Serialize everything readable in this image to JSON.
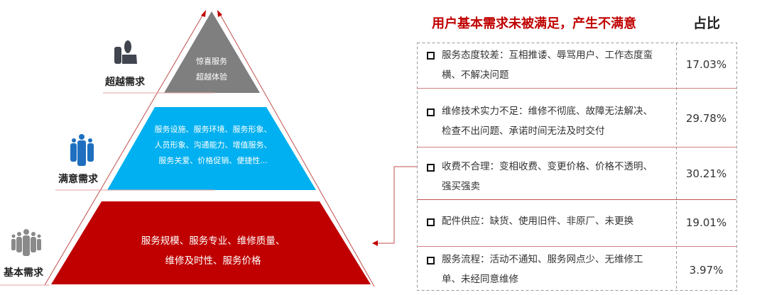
{
  "pyramid": {
    "top": {
      "label": "超越需求",
      "lines": [
        "惊喜服务",
        "超越体验"
      ],
      "color": "#7f7f7f"
    },
    "middle": {
      "label": "满意需求",
      "lines": [
        "服务设施、服务环境、服务形象、",
        "人员形象、沟通能力、增值服务、",
        "服务关爱、价格促销、便捷性..."
      ],
      "color": "#00b0f0"
    },
    "bottom": {
      "label": "基本需求",
      "lines": [
        "服务规模、服务专业、维修质量、",
        "维修及时性、服务价格"
      ],
      "color": "#c00000"
    }
  },
  "table": {
    "title": "用户基本需求未被满足，产生不满意",
    "ratio_header": "占比",
    "rows": [
      {
        "text": "服务态度较差：互相推诿、辱骂用户、工作态度蛮横、不解决问题",
        "pct": "17.03%"
      },
      {
        "text": "维修技术实力不足：维修不彻底、故障无法解决、检查不出问题、承诺时间无法及时交付",
        "pct": "29.78%"
      },
      {
        "text": "收费不合理：变相收费、变更价格、价格不透明、强买强卖",
        "pct": "30.21%"
      },
      {
        "text": "配件供应：缺货、使用旧件、非原厂、未更换",
        "pct": "19.01%"
      },
      {
        "text": "服务流程：活动不通知、服务网点少、无维修工单、未经同意维修",
        "pct": "3.97%"
      }
    ]
  }
}
